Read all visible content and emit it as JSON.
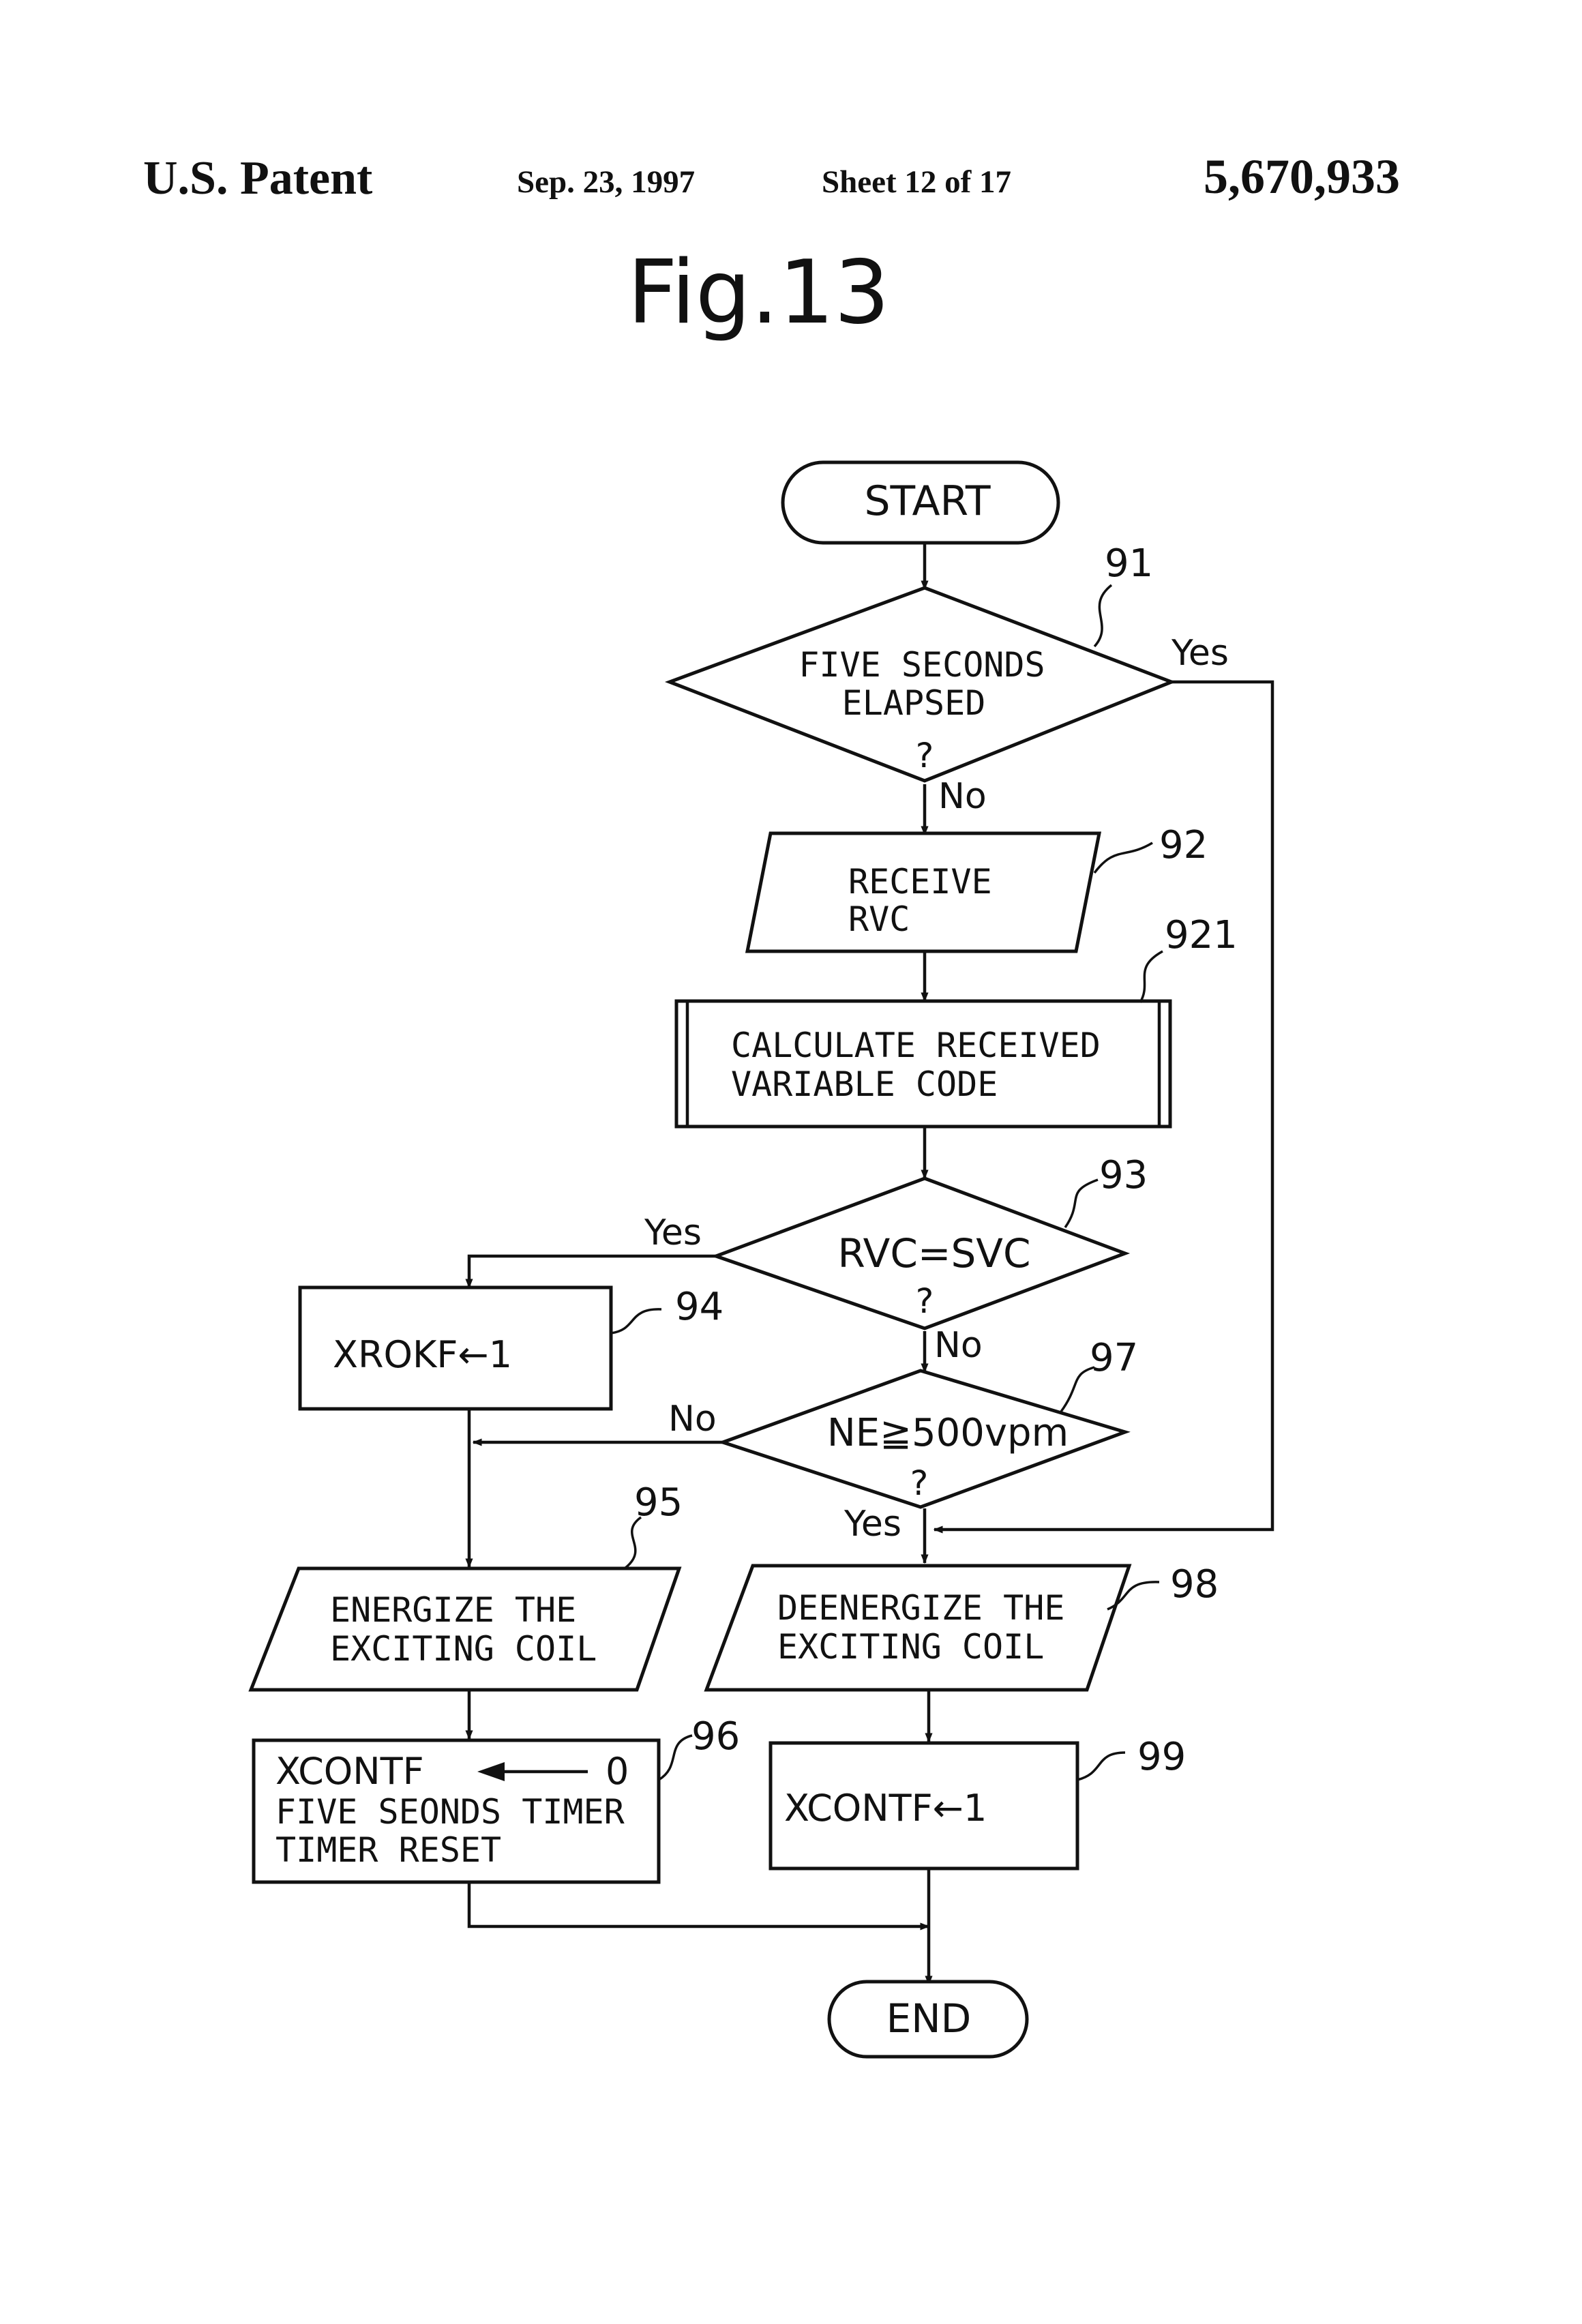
{
  "header": {
    "title": "U.S. Patent",
    "date": "Sep. 23, 1997",
    "sheet": "Sheet 12 of 17",
    "patent_number": "5,670,933"
  },
  "figure": {
    "title": "Fig.13"
  },
  "flowchart": {
    "start": "START",
    "end": "END",
    "step91": {
      "ref": "91",
      "line1": "FIVE SECONDS",
      "line2": "ELAPSED",
      "q": "?",
      "yes": "Yes",
      "no": "No"
    },
    "step92": {
      "ref": "92",
      "line1": "RECEIVE",
      "line2": "RVC"
    },
    "step921": {
      "ref": "921",
      "line1": "CALCULATE RECEIVED",
      "line2": "VARIABLE CODE"
    },
    "step93": {
      "ref": "93",
      "line1": "RVC=SVC",
      "q": "?",
      "yes": "Yes",
      "no": "No"
    },
    "step94": {
      "ref": "94",
      "line1": "XROKF←1"
    },
    "step97": {
      "ref": "97",
      "line1": "NE≧500vpm",
      "q": "?",
      "yes": "Yes",
      "no": "No"
    },
    "step95": {
      "ref": "95",
      "line1": "ENERGIZE THE",
      "line2": "EXCITING COIL"
    },
    "step98": {
      "ref": "98",
      "line1": "DEENERGIZE THE",
      "line2": "EXCITING COIL"
    },
    "step96": {
      "ref": "96",
      "line1a": "XCONTF",
      "line1b": "0",
      "line2": "FIVE SEONDS TIMER",
      "line3": "TIMER RESET"
    },
    "step99": {
      "ref": "99",
      "line1": "XCONTF←1"
    }
  }
}
